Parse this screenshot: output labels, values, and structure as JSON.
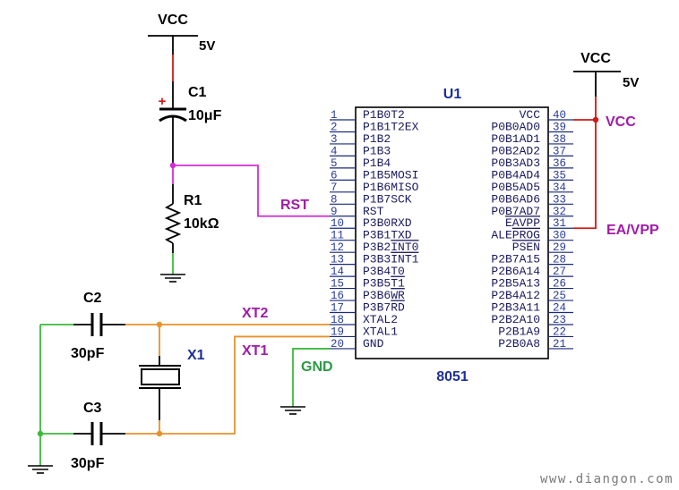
{
  "left_supply": {
    "name": "VCC",
    "voltage": "5V"
  },
  "right_supply": {
    "name": "VCC",
    "voltage": "5V"
  },
  "c1": {
    "ref": "C1",
    "value": "10μF",
    "polarity": "+"
  },
  "r1": {
    "ref": "R1",
    "value": "10kΩ"
  },
  "c2": {
    "ref": "C2",
    "value": "30pF"
  },
  "c3": {
    "ref": "C3",
    "value": "30pF"
  },
  "x1": {
    "ref": "X1"
  },
  "nets": {
    "rst": "RST",
    "xt2": "XT2",
    "xt1": "XT1",
    "gnd": "GND",
    "vcc": "VCC",
    "ea": "EA/VPP"
  },
  "u1": {
    "ref": "U1",
    "part": "8051",
    "left_pins": [
      {
        "n": "1",
        "t": "P1B0T2"
      },
      {
        "n": "2",
        "t": "P1B1T2EX"
      },
      {
        "n": "3",
        "t": "P1B2"
      },
      {
        "n": "4",
        "t": "P1B3"
      },
      {
        "n": "5",
        "t": "P1B4"
      },
      {
        "n": "6",
        "t": "P1B5MOSI"
      },
      {
        "n": "7",
        "t": "P1B6MISO"
      },
      {
        "n": "8",
        "t": "P1B7SCK"
      },
      {
        "n": "9",
        "t": "RST"
      },
      {
        "n": "10",
        "t": "P3B0RXD"
      },
      {
        "n": "11",
        "t": "P3B1TXD"
      },
      {
        "n": "12",
        "t": "P3B2",
        "o": "INT0"
      },
      {
        "n": "13",
        "t": "P3B3",
        "o": "INT1"
      },
      {
        "n": "14",
        "t": "P3B4T0"
      },
      {
        "n": "15",
        "t": "P3B5",
        "o": "T1"
      },
      {
        "n": "16",
        "t": "P3B6",
        "o": "WR"
      },
      {
        "n": "17",
        "t": "P3B7",
        "o": "RD"
      },
      {
        "n": "18",
        "t": "XTAL2"
      },
      {
        "n": "19",
        "t": "XTAL1"
      },
      {
        "n": "20",
        "t": "GND"
      }
    ],
    "right_pins": [
      {
        "n": "40",
        "t": "VCC"
      },
      {
        "n": "39",
        "t": "P0B0AD0"
      },
      {
        "n": "38",
        "t": "P0B1AD1"
      },
      {
        "n": "37",
        "t": "P0B2AD2"
      },
      {
        "n": "36",
        "t": "P0B3AD3"
      },
      {
        "n": "35",
        "t": "P0B4AD4"
      },
      {
        "n": "34",
        "t": "P0B5AD5"
      },
      {
        "n": "33",
        "t": "P0B6AD6"
      },
      {
        "n": "32",
        "t": "P0B7AD7"
      },
      {
        "n": "31",
        "o": "EAVPP"
      },
      {
        "n": "30",
        "t": "ALE",
        "o": "PROG"
      },
      {
        "n": "29",
        "o": "PSEN"
      },
      {
        "n": "28",
        "t": "P2B7A15"
      },
      {
        "n": "27",
        "t": "P2B6A14"
      },
      {
        "n": "26",
        "t": "P2B5A13"
      },
      {
        "n": "25",
        "t": "P2B4A12"
      },
      {
        "n": "24",
        "t": "P2B3A11"
      },
      {
        "n": "23",
        "t": "P2B2A10"
      },
      {
        "n": "22",
        "t": "P2B1A9"
      },
      {
        "n": "21",
        "t": "P2B0A8"
      }
    ]
  },
  "watermark": "www.diangon.com",
  "colors": {
    "vcc_net": "#d01818",
    "rst_net": "#d42cd4",
    "xtal_net": "#e8922a",
    "gnd_net": "#3cba3c",
    "net_label": "#a21aa8",
    "gnd_label": "#2a9a44",
    "part_label": "#1e2f96"
  }
}
